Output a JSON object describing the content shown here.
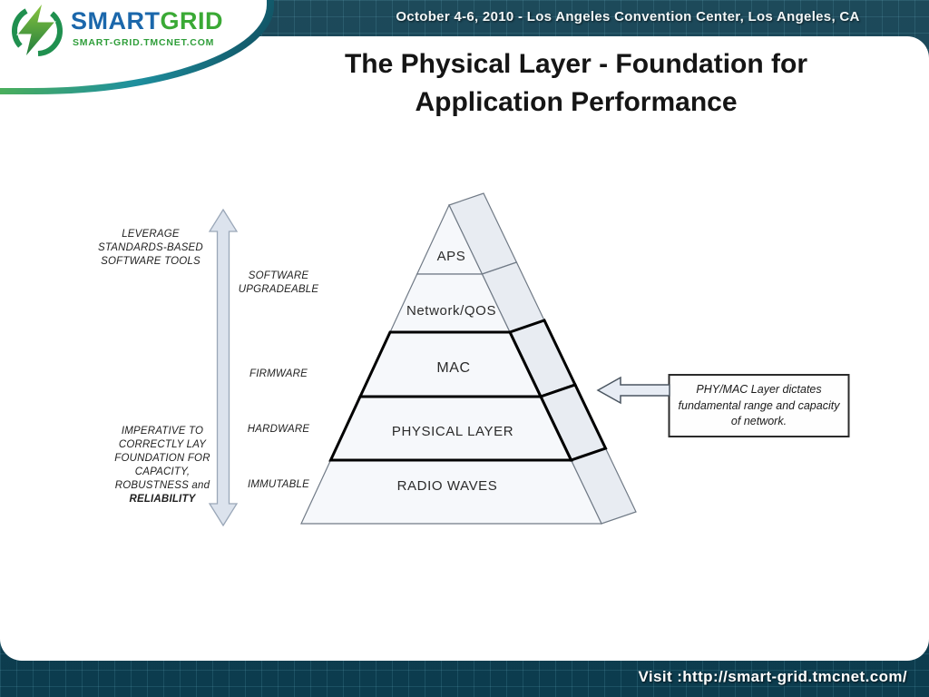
{
  "top_bar": {
    "date_location": "October 4-6, 2010 - Los Angeles Convention Center, Los Angeles, CA"
  },
  "logo": {
    "icon": "lightning-bolt",
    "name_part1": "SMART",
    "name_part2": "GRID",
    "subtitle": "SMART-GRID.TMCNET.COM"
  },
  "title": {
    "line1": "The Physical Layer  - Foundation for",
    "line2": "Application Performance"
  },
  "diagram": {
    "pyramid_layers": [
      "APS",
      "Network/QOS",
      "MAC",
      "PHYSICAL LAYER",
      "RADIO WAVES"
    ],
    "annotations": {
      "leverage": "LEVERAGE STANDARDS-BASED SOFTWARE TOOLS",
      "software_upgradeable": "SOFTWARE UPGRADEABLE",
      "firmware": "FIRMWARE",
      "hardware": "HARDWARE",
      "immutable": "IMMUTABLE",
      "imperative_main": "IMPERATIVE TO CORRECTLY LAY FOUNDATION FOR CAPACITY, ROBUSTNESS and",
      "imperative_bold": "RELIABILITY",
      "callout": "PHY/MAC Layer dictates fundamental range and capacity of network."
    }
  },
  "footer": {
    "visit": "Visit :http://smart-grid.tmcnet.com/"
  },
  "colors": {
    "bar_background": "#0c3c4e",
    "smart_blue": "#1b67ab",
    "grid_green": "#3aa935",
    "thick_border": "#000000"
  }
}
